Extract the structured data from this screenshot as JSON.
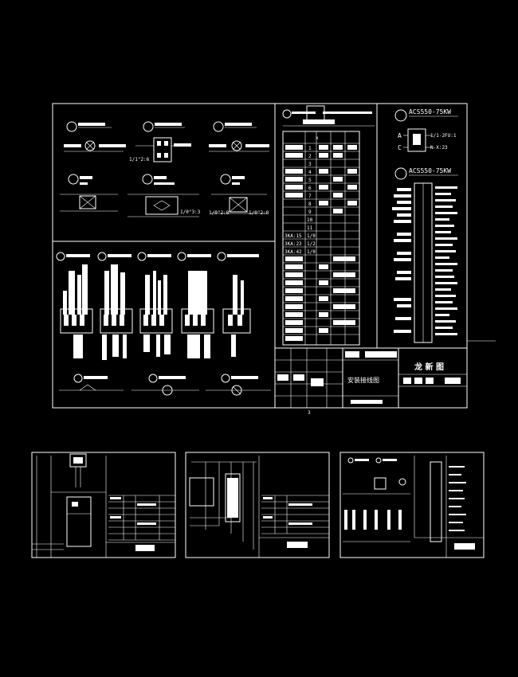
{
  "main_sheet": {
    "title_block": {
      "drawing_name": "安装接线图",
      "company_mark": "龙 新 图",
      "sheet_number": "3"
    },
    "labels": {
      "drive_model_a": "ACS550-75KW",
      "drive_model_b": "ACS550-75KW",
      "phase_a": "A",
      "phase_c": "C",
      "ratio_a": "1/1-2FU:1",
      "ratio_c": "N-X:23",
      "terminal_1": "1/1\"2:6",
      "terminal_2": "1/0\"3:3",
      "terminal_3": "1/0\"2:8",
      "terminal_4": "1/0\"2:8"
    },
    "table_rows": [
      {
        "a": "",
        "b": "1"
      },
      {
        "a": "",
        "b": "2"
      },
      {
        "a": "",
        "b": "3"
      },
      {
        "a": "",
        "b": "4"
      },
      {
        "a": "",
        "b": "5"
      },
      {
        "a": "",
        "b": "6"
      },
      {
        "a": "",
        "b": "7"
      },
      {
        "a": "",
        "b": "8"
      },
      {
        "a": "",
        "b": "9"
      },
      {
        "a": "",
        "b": "10"
      },
      {
        "a": "",
        "b": "11"
      },
      {
        "a": "3KA:15",
        "b": "1/0"
      },
      {
        "a": "3KA:23",
        "b": "1/2"
      },
      {
        "a": "3KA:42",
        "b": "1/0"
      }
    ]
  },
  "thumbnails": [
    {
      "id": "cabinet-elevation"
    },
    {
      "id": "control-schematic"
    },
    {
      "id": "terminal-wiring"
    }
  ]
}
